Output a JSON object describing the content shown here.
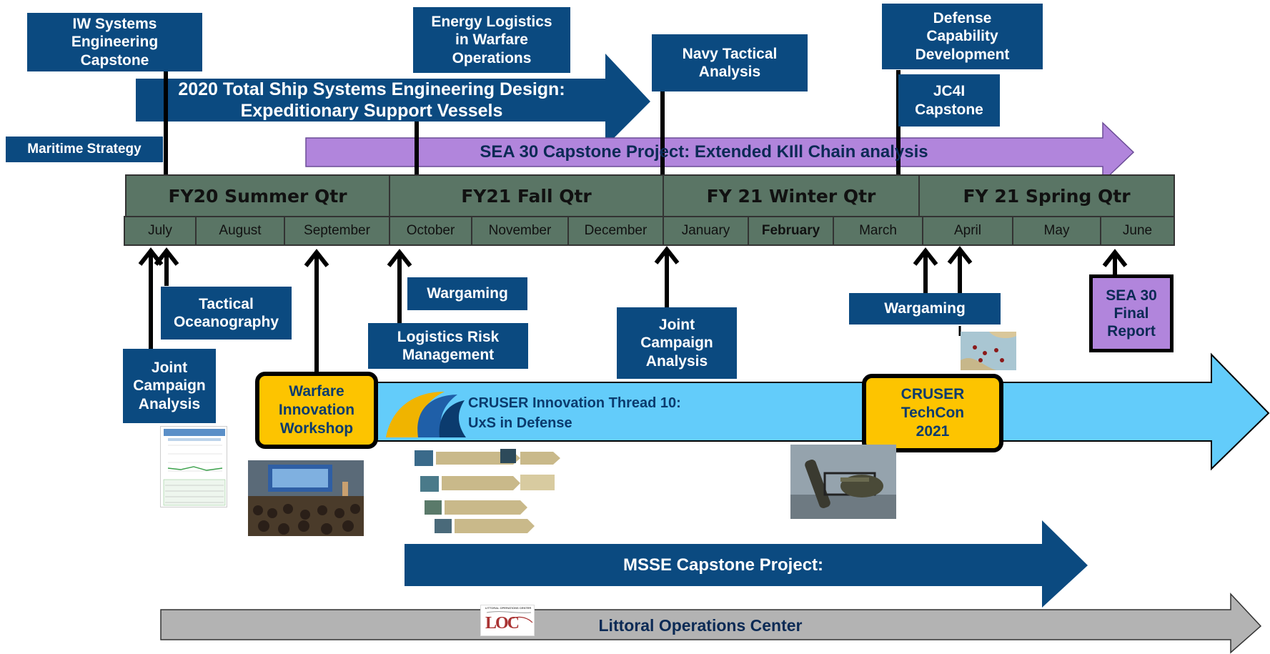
{
  "arrows": {
    "total_ship": "2020 Total Ship Systems Engineering Design:\nExpeditionary Support Vessels",
    "sea30": "SEA 30 Capstone Project: Extended KIll Chain analysis",
    "cruser_thread": "CRUSER Innovation Thread 10:\nUxS in Defense",
    "msse": "MSSE Capstone Project:",
    "loc": "Littoral Operations Center"
  },
  "quarters": [
    "FY20 Summer Qtr",
    "FY21 Fall Qtr",
    "FY 21 Winter Qtr",
    "FY 21 Spring Qtr"
  ],
  "months": [
    "July",
    "August",
    "September",
    "October",
    "November",
    "December",
    "January",
    "February",
    "March",
    "April",
    "May",
    "June"
  ],
  "top_labels": {
    "iw_systems": "IW Systems\nEngineering\nCapstone",
    "energy_logistics": "Energy Logistics\nin Warfare\nOperations",
    "navy_tactical": "Navy Tactical\nAnalysis",
    "defense_capability": "Defense\nCapability\nDevelopment",
    "jc4i": "JC4I\nCapstone",
    "maritime_strategy": "Maritime Strategy"
  },
  "bottom_labels": {
    "tactical_oceanography": "Tactical\nOceanography",
    "joint_campaign_1": "Joint\nCampaign\nAnalysis",
    "wargaming_1": "Wargaming",
    "logistics_risk": "Logistics Risk\nManagement",
    "joint_campaign_2": "Joint\nCampaign\nAnalysis",
    "wargaming_2": "Wargaming",
    "sea30_final": "SEA 30\nFinal\nReport"
  },
  "events": {
    "warfare_workshop": "Warfare\nInnovation\nWorkshop",
    "techcon": "CRUSER\nTechCon\n2021"
  },
  "loc_logo_caption": "LITTORAL OPERATIONS CENTER",
  "loc_logo_mark": "LOC",
  "colors": {
    "navy": "#0b4a80",
    "sea30_purple": "#b185dc",
    "cruser_blue": "#63ccfa",
    "loc_gray": "#b3b3b3",
    "qtr_green": "#5a7565",
    "event_yellow": "#fdc400"
  },
  "icons": [
    "down-arrow-icon",
    "up-arrow-icon",
    "wave-logo-icon",
    "loc-logo-icon"
  ]
}
